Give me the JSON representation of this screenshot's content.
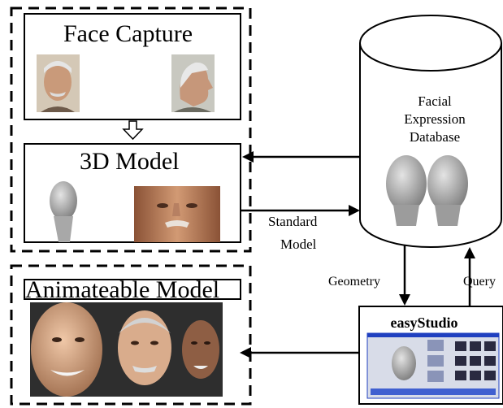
{
  "face_capture": {
    "title": "Face Capture"
  },
  "model_3d": {
    "title": "3D Model"
  },
  "animateable": {
    "title": "Animateable Model"
  },
  "database": {
    "line1": "Facial",
    "line2": "Expression",
    "line3": "Database"
  },
  "standard_model": {
    "line1": "Standard",
    "line2": "Model"
  },
  "geometry": {
    "label": "Geometry"
  },
  "query": {
    "label": "Query"
  },
  "studio": {
    "title": "easyStudio"
  },
  "colors": {
    "stroke": "#000000",
    "background": "#ffffff",
    "skin": "#d8a585",
    "head_gray": "#b9b9b9",
    "studio_blue": "#2040c0"
  }
}
